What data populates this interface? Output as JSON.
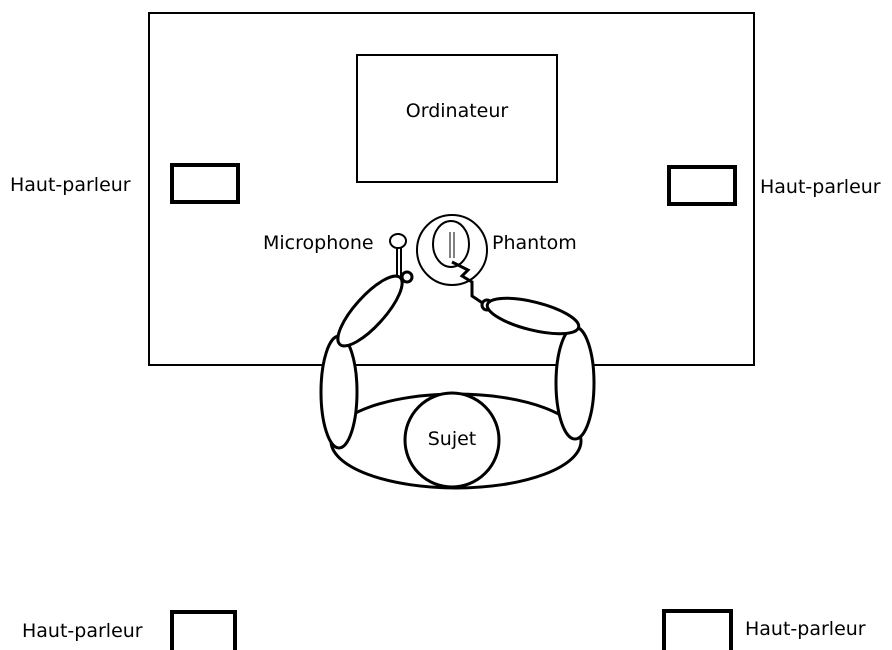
{
  "diagram": {
    "labels": {
      "computer": "Ordinateur",
      "speaker_top_left": "Haut-parleur",
      "speaker_top_right": "Haut-parleur",
      "speaker_bottom_left": "Haut-parleur",
      "speaker_bottom_right": "Haut-parleur",
      "microphone": "Microphone",
      "phantom": "Phantom",
      "subject": "Sujet"
    },
    "colors": {
      "stroke": "#000000",
      "background": "#ffffff"
    }
  }
}
